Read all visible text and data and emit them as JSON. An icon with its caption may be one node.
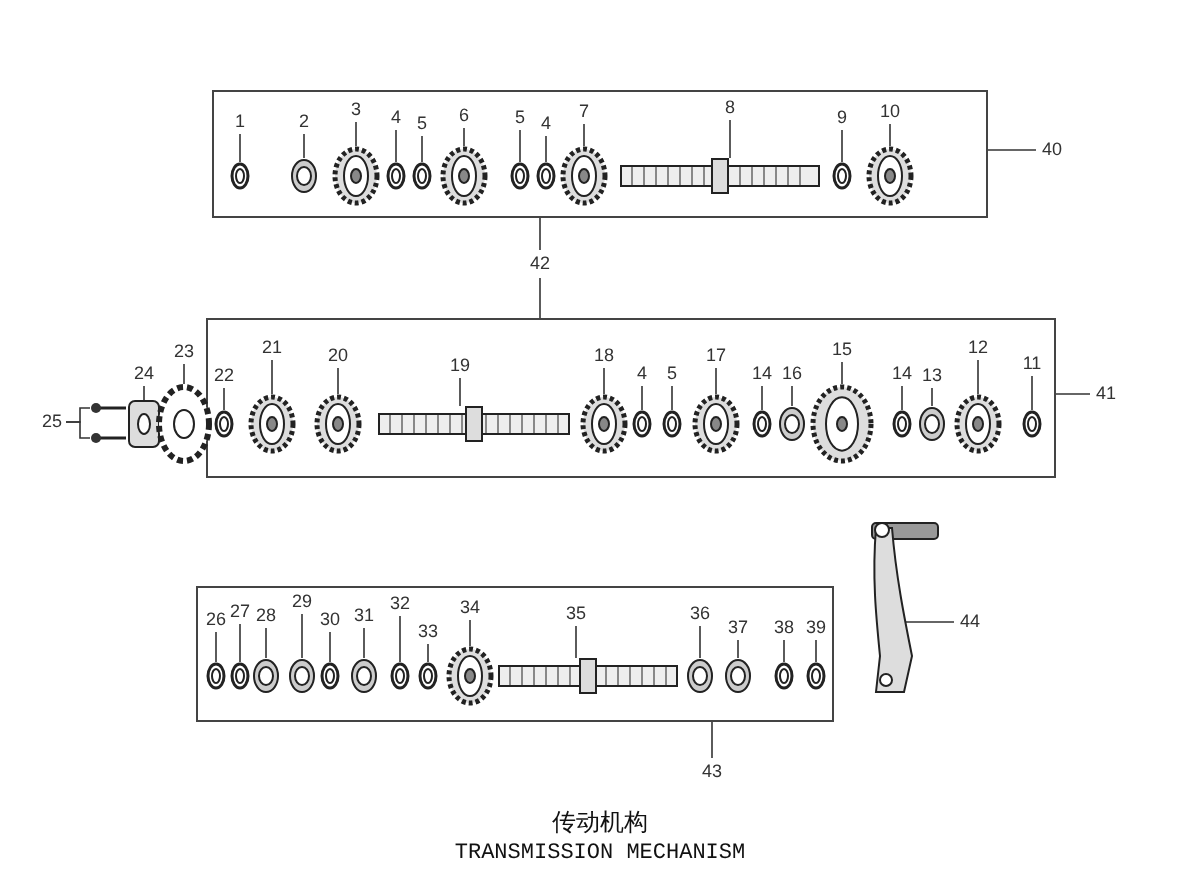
{
  "diagram": {
    "title": "传动机构",
    "caption": "TRANSMISSION MECHANISM",
    "nodes": [
      {
        "text": [],
        "shape": "box"
      },
      {
        "text": [
          "1"
        ],
        "in": 0
      },
      {
        "text": [
          "2"
        ],
        "in": 0
      },
      {
        "text": [
          "3"
        ],
        "in": 0
      },
      {
        "text": [
          "4"
        ],
        "in": 0
      },
      {
        "text": [
          "5"
        ],
        "in": 0
      },
      {
        "text": [
          "6"
        ],
        "in": 0
      },
      {
        "text": [
          "5"
        ],
        "in": 0
      },
      {
        "text": [
          "4"
        ],
        "in": 0
      },
      {
        "text": [
          "7"
        ],
        "in": 0
      },
      {
        "text": [
          "8"
        ],
        "in": 0
      },
      {
        "text": [
          "9"
        ],
        "in": 0
      },
      {
        "text": [
          "10"
        ],
        "in": 0
      },
      {
        "text": [
          "40"
        ]
      },
      {
        "text": [
          "42"
        ]
      },
      {
        "text": [],
        "shape": "box"
      },
      {
        "text": [
          "25"
        ]
      },
      {
        "text": [
          "24"
        ]
      },
      {
        "text": [
          "23"
        ]
      },
      {
        "text": [
          "22"
        ],
        "in": 15
      },
      {
        "text": [
          "21"
        ],
        "in": 15
      },
      {
        "text": [
          "20"
        ],
        "in": 15
      },
      {
        "text": [
          "19"
        ],
        "in": 15
      },
      {
        "text": [
          "18"
        ],
        "in": 15
      },
      {
        "text": [
          "4"
        ],
        "in": 15
      },
      {
        "text": [
          "5"
        ],
        "in": 15
      },
      {
        "text": [
          "17"
        ],
        "in": 15
      },
      {
        "text": [
          "14"
        ],
        "in": 15
      },
      {
        "text": [
          "16"
        ],
        "in": 15
      },
      {
        "text": [
          "15"
        ],
        "in": 15
      },
      {
        "text": [
          "14"
        ],
        "in": 15
      },
      {
        "text": [
          "13"
        ],
        "in": 15
      },
      {
        "text": [
          "12"
        ],
        "in": 15
      },
      {
        "text": [
          "11"
        ],
        "in": 15
      },
      {
        "text": [
          "41"
        ]
      },
      {
        "text": [],
        "shape": "box"
      },
      {
        "text": [
          "26"
        ],
        "in": 35
      },
      {
        "text": [
          "27"
        ],
        "in": 35
      },
      {
        "text": [
          "28"
        ],
        "in": 35
      },
      {
        "text": [
          "29"
        ],
        "in": 35
      },
      {
        "text": [
          "30"
        ],
        "in": 35
      },
      {
        "text": [
          "31"
        ],
        "in": 35
      },
      {
        "text": [
          "32"
        ],
        "in": 35
      },
      {
        "text": [
          "33"
        ],
        "in": 35
      },
      {
        "text": [
          "34"
        ],
        "in": 35
      },
      {
        "text": [
          "35"
        ],
        "in": 35
      },
      {
        "text": [
          "36"
        ],
        "in": 35
      },
      {
        "text": [
          "37"
        ],
        "in": 35
      },
      {
        "text": [
          "38"
        ],
        "in": 35
      },
      {
        "text": [
          "39"
        ],
        "in": 35
      },
      {
        "text": [
          "44"
        ]
      },
      {
        "text": [
          "43"
        ]
      },
      {
        "text": [],
        "shape": "washer",
        "in": 0
      },
      {
        "text": [],
        "shape": "bearing",
        "in": 0
      },
      {
        "text": [],
        "shape": "gear",
        "in": 0
      },
      {
        "text": [],
        "shape": "washer",
        "in": 0
      },
      {
        "text": [],
        "shape": "washer",
        "in": 0
      },
      {
        "text": [],
        "shape": "gear",
        "in": 0
      },
      {
        "text": [],
        "shape": "washer",
        "in": 0
      },
      {
        "text": [],
        "shape": "washer",
        "in": 0
      },
      {
        "text": [],
        "shape": "gear",
        "in": 0
      },
      {
        "text": [],
        "shape": "shaft",
        "in": 0
      },
      {
        "text": [],
        "shape": "washer",
        "in": 0
      },
      {
        "text": [],
        "shape": "gear",
        "in": 0
      },
      {
        "text": [],
        "shape": "screw"
      },
      {
        "text": [],
        "shape": "screw"
      },
      {
        "text": [],
        "shape": "plate"
      },
      {
        "text": [],
        "shape": "sprocket"
      },
      {
        "text": [],
        "shape": "washer",
        "in": 15
      },
      {
        "text": [],
        "shape": "gear",
        "in": 15
      },
      {
        "text": [],
        "shape": "gear",
        "in": 15
      },
      {
        "text": [],
        "shape": "shaft",
        "in": 15
      },
      {
        "text": [],
        "shape": "gear",
        "in": 15
      },
      {
        "text": [],
        "shape": "washer",
        "in": 15
      },
      {
        "text": [],
        "shape": "washer",
        "in": 15
      },
      {
        "text": [],
        "shape": "gear",
        "in": 15
      },
      {
        "text": [],
        "shape": "washer",
        "in": 15
      },
      {
        "text": [],
        "shape": "bearing",
        "in": 15
      },
      {
        "text": [],
        "shape": "gear",
        "in": 15
      },
      {
        "text": [],
        "shape": "washer",
        "in": 15
      },
      {
        "text": [],
        "shape": "bearing",
        "in": 15
      },
      {
        "text": [],
        "shape": "gear",
        "in": 15
      },
      {
        "text": [],
        "shape": "washer",
        "in": 15
      },
      {
        "text": [],
        "shape": "washer",
        "in": 35
      },
      {
        "text": [],
        "shape": "washer",
        "in": 35
      },
      {
        "text": [],
        "shape": "bearing",
        "in": 35
      },
      {
        "text": [],
        "shape": "bearing",
        "in": 35
      },
      {
        "text": [],
        "shape": "washer",
        "in": 35
      },
      {
        "text": [],
        "shape": "bearing",
        "in": 35
      },
      {
        "text": [],
        "shape": "washer",
        "in": 35
      },
      {
        "text": [],
        "shape": "washer",
        "in": 35
      },
      {
        "text": [],
        "shape": "gear",
        "in": 35
      },
      {
        "text": [],
        "shape": "shaft",
        "in": 35
      },
      {
        "text": [],
        "shape": "bearing",
        "in": 35
      },
      {
        "text": [],
        "shape": "bearing",
        "in": 35
      },
      {
        "text": [],
        "shape": "washer",
        "in": 35
      },
      {
        "text": [],
        "shape": "washer",
        "in": 35
      },
      {
        "text": [],
        "shape": "lever"
      }
    ],
    "edges": [
      {
        "from": 1,
        "to": 52,
        "arrow": "none"
      },
      {
        "from": 2,
        "to": 53,
        "arrow": "none"
      },
      {
        "from": 3,
        "to": 54,
        "arrow": "none"
      },
      {
        "from": 4,
        "to": 55,
        "arrow": "none"
      },
      {
        "from": 5,
        "to": 56,
        "arrow": "none"
      },
      {
        "from": 6,
        "to": 57,
        "arrow": "none"
      },
      {
        "from": 7,
        "to": 58,
        "arrow": "none"
      },
      {
        "from": 8,
        "to": 59,
        "arrow": "none"
      },
      {
        "from": 9,
        "to": 60,
        "arrow": "none"
      },
      {
        "from": 10,
        "to": 61,
        "arrow": "none"
      },
      {
        "from": 11,
        "to": 62,
        "arrow": "none"
      },
      {
        "from": 12,
        "to": 63,
        "arrow": "none"
      },
      {
        "from": 13,
        "to": 0,
        "arrow": "none"
      },
      {
        "from": 14,
        "to": 0,
        "arrow": "none"
      },
      {
        "from": 14,
        "to": 15,
        "arrow": "none"
      },
      {
        "from": 16,
        "to": 64,
        "arrow": "none"
      },
      {
        "from": 16,
        "to": 65,
        "arrow": "none"
      },
      {
        "from": 17,
        "to": 66,
        "arrow": "none"
      },
      {
        "from": 18,
        "to": 67,
        "arrow": "none"
      },
      {
        "from": 19,
        "to": 68,
        "arrow": "none"
      },
      {
        "from": 20,
        "to": 69,
        "arrow": "none"
      },
      {
        "from": 21,
        "to": 70,
        "arrow": "none"
      },
      {
        "from": 22,
        "to": 71,
        "arrow": "none"
      },
      {
        "from": 23,
        "to": 72,
        "arrow": "none"
      },
      {
        "from": 24,
        "to": 73,
        "arrow": "none"
      },
      {
        "from": 25,
        "to": 74,
        "arrow": "none"
      },
      {
        "from": 26,
        "to": 75,
        "arrow": "none"
      },
      {
        "from": 27,
        "to": 76,
        "arrow": "none"
      },
      {
        "from": 28,
        "to": 77,
        "arrow": "none"
      },
      {
        "from": 29,
        "to": 78,
        "arrow": "none"
      },
      {
        "from": 30,
        "to": 79,
        "arrow": "none"
      },
      {
        "from": 31,
        "to": 80,
        "arrow": "none"
      },
      {
        "from": 32,
        "to": 81,
        "arrow": "none"
      },
      {
        "from": 33,
        "to": 82,
        "arrow": "none"
      },
      {
        "from": 34,
        "to": 15,
        "arrow": "none"
      },
      {
        "from": 36,
        "to": 83,
        "arrow": "none"
      },
      {
        "from": 37,
        "to": 84,
        "arrow": "none"
      },
      {
        "from": 38,
        "to": 85,
        "arrow": "none"
      },
      {
        "from": 39,
        "to": 86,
        "arrow": "none"
      },
      {
        "from": 40,
        "to": 87,
        "arrow": "none"
      },
      {
        "from": 41,
        "to": 88,
        "arrow": "none"
      },
      {
        "from": 42,
        "to": 89,
        "arrow": "none"
      },
      {
        "from": 43,
        "to": 90,
        "arrow": "none"
      },
      {
        "from": 44,
        "to": 91,
        "arrow": "none"
      },
      {
        "from": 45,
        "to": 92,
        "arrow": "none"
      },
      {
        "from": 46,
        "to": 93,
        "arrow": "none"
      },
      {
        "from": 47,
        "to": 94,
        "arrow": "none"
      },
      {
        "from": 48,
        "to": 95,
        "arrow": "none"
      },
      {
        "from": 49,
        "to": 96,
        "arrow": "none"
      },
      {
        "from": 50,
        "to": 97,
        "arrow": "none"
      },
      {
        "from": 51,
        "to": 35,
        "arrow": "none"
      }
    ]
  }
}
